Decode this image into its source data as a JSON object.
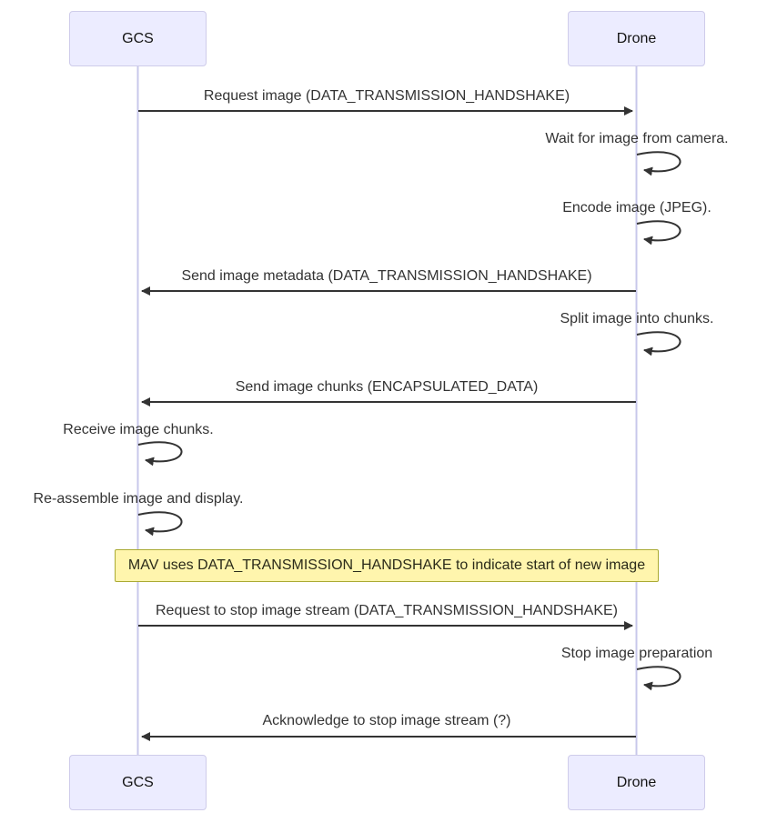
{
  "diagram": {
    "type": "sequence-diagram",
    "colors": {
      "background": "#ffffff",
      "actor_fill": "#ECECFF",
      "actor_border": "#CFCCEA",
      "lifeline": "#C8C8EB",
      "arrow": "#333333",
      "message_text": "#333333",
      "note_fill": "#FFF5AD",
      "note_border": "#AAAA33"
    }
  },
  "actors": [
    {
      "id": "gcs",
      "label": "GCS"
    },
    {
      "id": "drone",
      "label": "Drone"
    }
  ],
  "messages": [
    {
      "type": "arrow",
      "from": "gcs",
      "to": "drone",
      "text": "Request image (DATA_TRANSMISSION_HANDSHAKE)"
    },
    {
      "type": "self",
      "actor": "drone",
      "text": "Wait for image from camera."
    },
    {
      "type": "self",
      "actor": "drone",
      "text": "Encode image (JPEG)."
    },
    {
      "type": "arrow",
      "from": "drone",
      "to": "gcs",
      "text": "Send image metadata (DATA_TRANSMISSION_HANDSHAKE)"
    },
    {
      "type": "self",
      "actor": "drone",
      "text": "Split image into chunks."
    },
    {
      "type": "arrow",
      "from": "drone",
      "to": "gcs",
      "text": "Send image chunks (ENCAPSULATED_DATA)"
    },
    {
      "type": "self",
      "actor": "gcs",
      "text": "Receive image chunks."
    },
    {
      "type": "self",
      "actor": "gcs",
      "text": "Re-assemble image and display."
    },
    {
      "type": "note",
      "text": "MAV uses DATA_TRANSMISSION_HANDSHAKE to indicate start of new image"
    },
    {
      "type": "arrow",
      "from": "gcs",
      "to": "drone",
      "text": "Request to stop image stream (DATA_TRANSMISSION_HANDSHAKE)"
    },
    {
      "type": "self",
      "actor": "drone",
      "text": "Stop image preparation"
    },
    {
      "type": "arrow",
      "from": "drone",
      "to": "gcs",
      "text": "Acknowledge to stop image stream (?)"
    }
  ]
}
